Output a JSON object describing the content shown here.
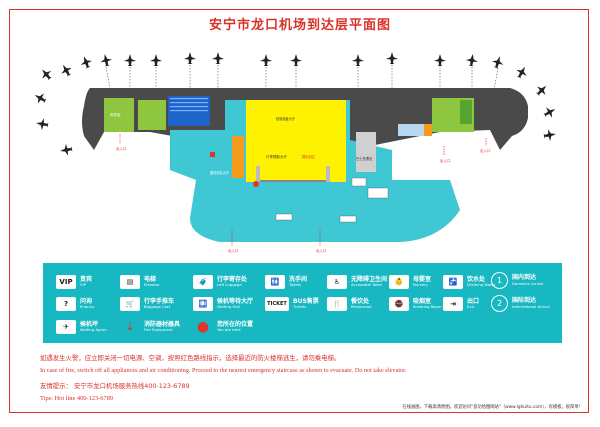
{
  "title": "安宁市龙口机场到达层平面图",
  "map_labels": {
    "vip": "贵宾室",
    "lounge": "头等舱休息室",
    "baggage_hall": "行李提取大厅",
    "inspection": "检验检疫大厅",
    "arrival_hall": "国内到达大厅",
    "intl_arrival": "国际到达",
    "bus": "巴士售票处",
    "exit": "出入口"
  },
  "legend": [
    {
      "icon": "VIP",
      "icon_name": "vip-icon",
      "zh": "贵宾",
      "en": "VIP"
    },
    {
      "icon": "▤",
      "icon_name": "elevator-icon",
      "zh": "电梯",
      "en": "Elevator"
    },
    {
      "icon": "🧳",
      "icon_name": "luggage-icon",
      "zh": "行李寄存处",
      "en": "Left Luggage"
    },
    {
      "icon": "🚻",
      "icon_name": "toilet-icon",
      "zh": "洗手间",
      "en": "Toilets"
    },
    {
      "icon": "♿",
      "icon_name": "accessible-toilet-icon",
      "zh": "无障碍卫生间",
      "en": "Accessible Toilet"
    },
    {
      "icon": "👶",
      "icon_name": "nursery-icon",
      "zh": "母婴室",
      "en": "Nursery"
    },
    {
      "icon": "🚰",
      "icon_name": "drinking-water-icon",
      "zh": "饮水处",
      "en": "Drinking Water"
    },
    {
      "icon": "?",
      "icon_name": "enquiry-icon",
      "zh": "问询",
      "en": "Enquiry"
    },
    {
      "icon": "🛒",
      "icon_name": "baggage-cart-icon",
      "zh": "行李手推车",
      "en": "Baggage Cart"
    },
    {
      "icon": "🛄",
      "icon_name": "baggage-claim-icon",
      "zh": "候机等待大厅",
      "en": "Waiting Hall"
    },
    {
      "icon": "TICKET",
      "icon_name": "ticket-icon",
      "zh": "BUS售票",
      "en": "Tickets"
    },
    {
      "icon": "🍴",
      "icon_name": "restaurant-icon",
      "zh": "餐饮处",
      "en": "Restaurant"
    },
    {
      "icon": "🚭",
      "icon_name": "smoking-icon",
      "zh": "吸烟室",
      "en": "Smoking Room"
    },
    {
      "icon": "✈",
      "icon_name": "departure-icon",
      "zh": "候机坪",
      "en": "Waiting Apron"
    },
    {
      "icon": "🧯",
      "icon_name": "fire-extinguisher-icon",
      "zh": "消防器材器具",
      "en": "Fire Equipment"
    },
    {
      "icon": "●",
      "icon_name": "you-are-here-icon",
      "zh": "您所在的位置",
      "en": "You are here"
    }
  ],
  "extra_legend": {
    "nursery_zh": "母婴室",
    "exit_zh": "出口",
    "exit_en": "Exit",
    "domestic_zh": "国内到达",
    "domestic_en": "Domestic Arrival",
    "intl_zh": "国际到达",
    "intl_en": "International Arrival",
    "one": "1",
    "two": "2"
  },
  "notice_zh": "如遇发生火警，应立即关闭一切电源、空调，按照红色路线指示，选择最近的防火楼梯逃生，请勿乘电梯。",
  "notice_en": "In case of fire, switch off all appliances and air conditioning. Proceed to the nearest emergency staircase as shown to evacuate. Do not take elevator.",
  "hotline_zh": "友情提示：  安宁市龙口机场服务热线400-123-6789",
  "hotline_en": "Tips: Hot line 400-123-6789",
  "footer": "在线画图，下载高清原图，欢迎访问\"良功绘图网站\"（www.lghuitu.com），有模板，很简单！",
  "colors": {
    "accent": "#d9322b",
    "teal": "#18b8c2",
    "yellow": "#fff200",
    "green": "#8ec63f",
    "gray": "#4a4a4a",
    "blue": "#1e63c8"
  }
}
